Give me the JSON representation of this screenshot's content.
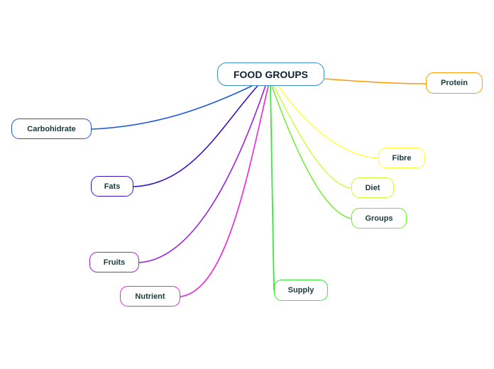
{
  "map": {
    "root": {
      "label": "FOOD GROUPS",
      "color": "#3a8fd0"
    },
    "branches": [
      {
        "id": "protein",
        "label": "Protein",
        "color": "#ff9900"
      },
      {
        "id": "carb",
        "label": "Carbohidrate",
        "color": "#1a56e0"
      },
      {
        "id": "fibre",
        "label": "Fibre",
        "color": "#ffff33"
      },
      {
        "id": "fats",
        "label": "Fats",
        "color": "#3a0fcf"
      },
      {
        "id": "diet",
        "label": "Diet",
        "color": "#ccff33"
      },
      {
        "id": "groups",
        "label": "Groups",
        "color": "#66ee22"
      },
      {
        "id": "fruits",
        "label": "Fruits",
        "color": "#9922dd"
      },
      {
        "id": "supply",
        "label": "Supply",
        "color": "#33ee33"
      },
      {
        "id": "nutrient",
        "label": "Nutrient",
        "color": "#ee22dd"
      }
    ]
  }
}
